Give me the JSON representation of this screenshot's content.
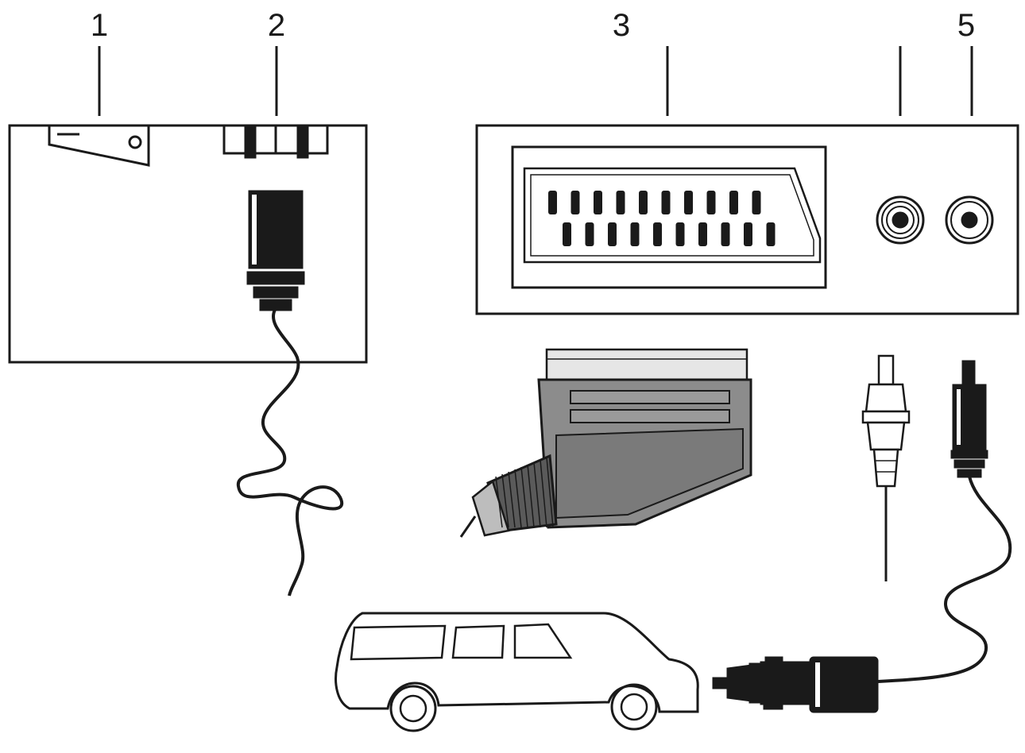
{
  "callouts": [
    {
      "id": "1",
      "label": "1"
    },
    {
      "id": "2",
      "label": "2"
    },
    {
      "id": "3",
      "label": "3"
    },
    {
      "id": "4",
      "label": ""
    },
    {
      "id": "5",
      "label": "5"
    }
  ],
  "icons": {
    "left_unit": "device-side-panel-icon",
    "rocker_switch": "power-switch-icon",
    "dc_socket": "dc-socket-icon",
    "dc_plug": "dc-plug-icon",
    "right_unit": "receiver-back-panel-icon",
    "scart_socket": "scart-socket-icon",
    "rca_sockets": "rca-socket-icon",
    "scart_plug": "scart-plug-icon",
    "rca_plug": "rca-plug-icon",
    "car_plug": "car-adapter-plug-icon",
    "car": "station-wagon-car-icon"
  },
  "colors": {
    "ink": "#1a1a1a",
    "scart_plug_body": "#8c8c8c",
    "scart_plug_dark": "#5a5a5a",
    "paper": "#ffffff"
  }
}
